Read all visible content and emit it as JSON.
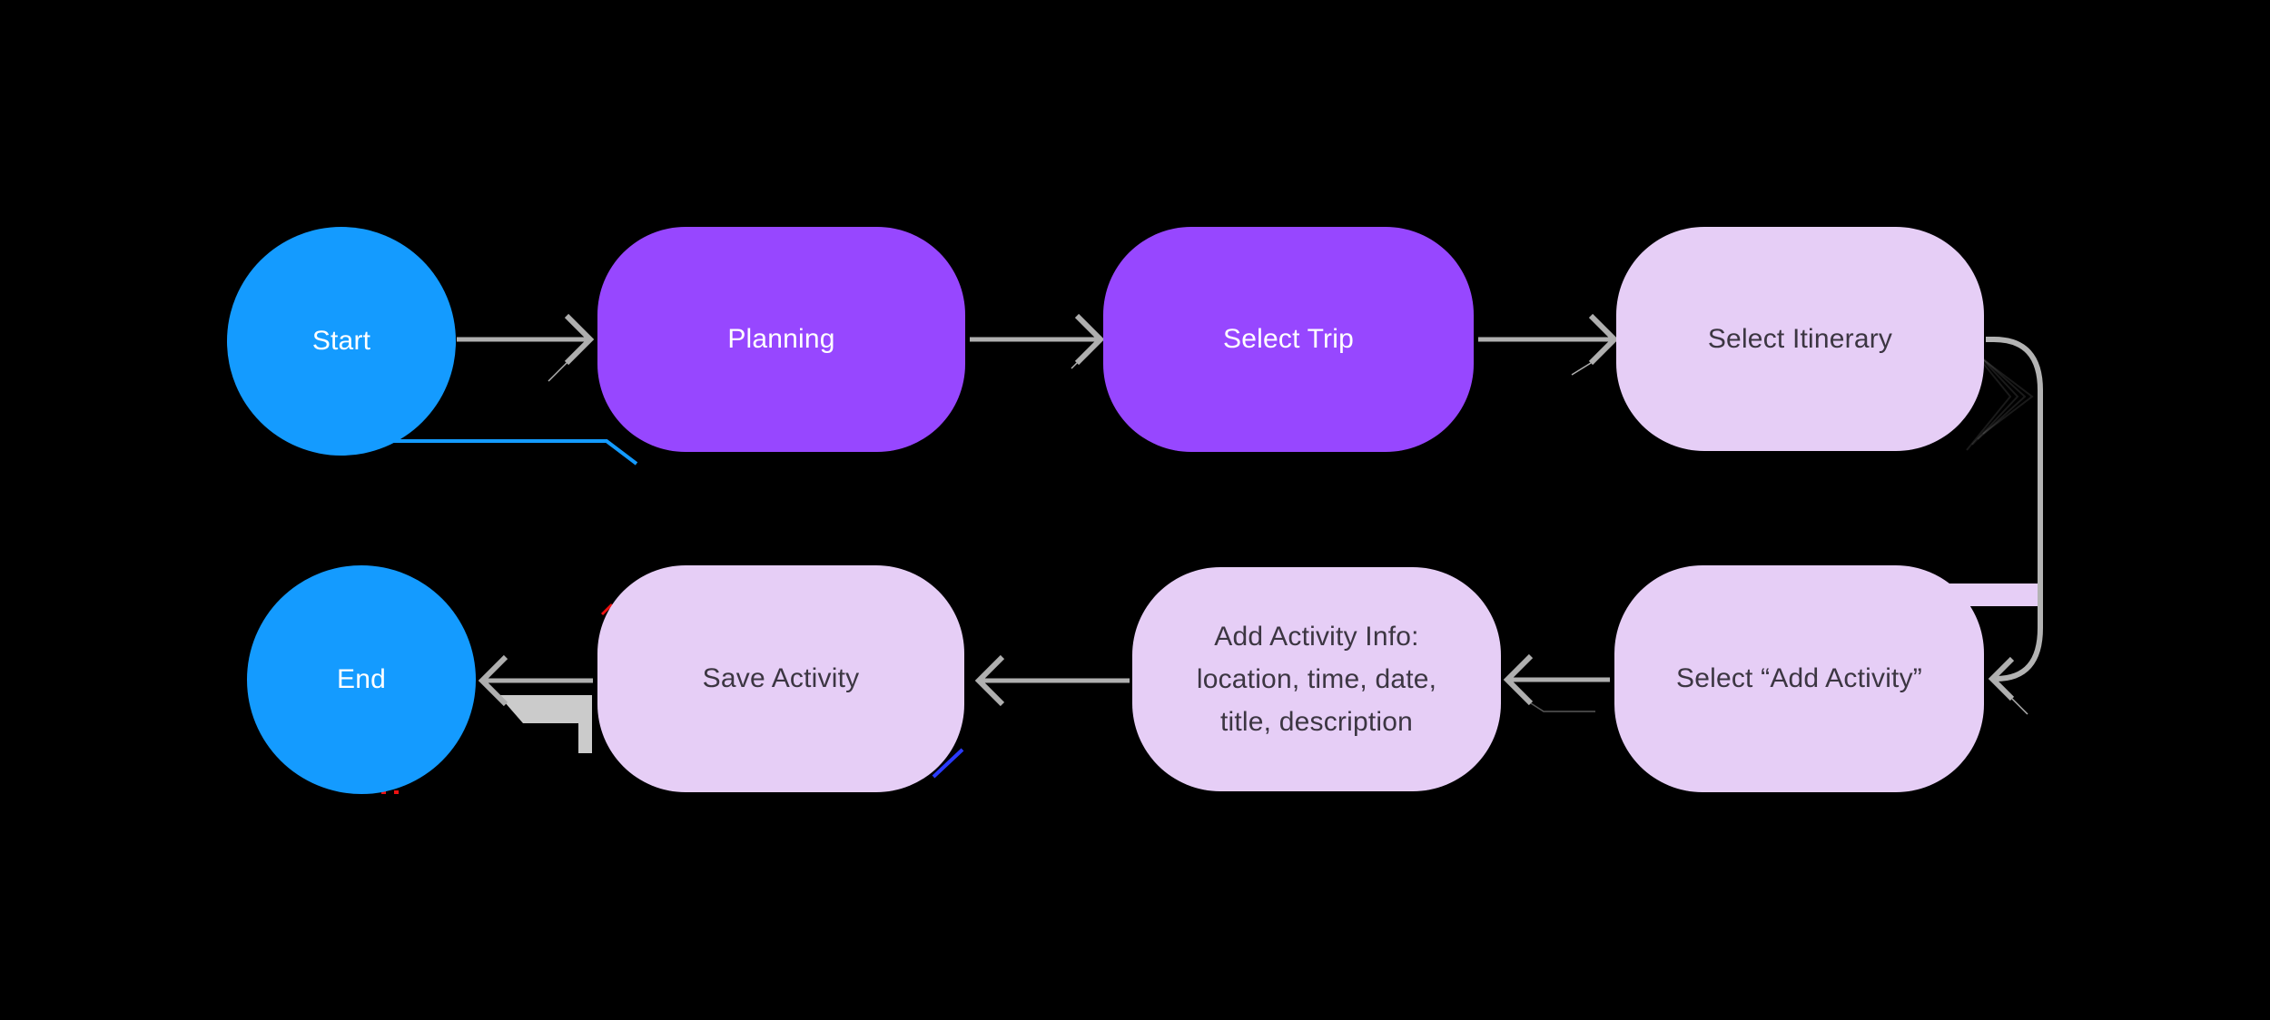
{
  "diagram": {
    "background_color": "#000000",
    "nodes": {
      "start": {
        "label": "Start",
        "shape": "circle",
        "fill": "#149BFF",
        "text_color": "#FFFFFF"
      },
      "planning": {
        "label": "Planning",
        "shape": "rounded-rect",
        "fill": "#9747FF",
        "text_color": "#FFFFFF"
      },
      "select_trip": {
        "label": "Select Trip",
        "shape": "rounded-rect",
        "fill": "#9747FF",
        "text_color": "#FFFFFF"
      },
      "select_itinerary": {
        "label": "Select Itinerary",
        "shape": "rounded-rect",
        "fill": "#E6CEF6",
        "text_color": "#3C3642"
      },
      "select_add_activity": {
        "label": "Select “Add Activity”",
        "shape": "rounded-rect",
        "fill": "#E6CEF6",
        "text_color": "#3C3642"
      },
      "add_activity_info": {
        "label": "Add Activity Info: location, time, date, title, description",
        "lines": [
          "Add Activity Info:",
          "location, time, date,",
          "title, description"
        ],
        "shape": "rounded-rect",
        "fill": "#E6CEF6",
        "text_color": "#3C3642"
      },
      "save_activity": {
        "label": "Save Activity",
        "shape": "rounded-rect",
        "fill": "#E6CEF6",
        "text_color": "#3C3642"
      },
      "end": {
        "label": "End",
        "shape": "circle",
        "fill": "#149BFF",
        "text_color": "#FFFFFF"
      }
    },
    "connections": [
      {
        "from": "start",
        "to": "planning",
        "direction": "right",
        "color": "#AFAFAF"
      },
      {
        "from": "planning",
        "to": "select_trip",
        "direction": "right",
        "color": "#AFAFAF"
      },
      {
        "from": "select_trip",
        "to": "select_itinerary",
        "direction": "right",
        "color": "#AFAFAF"
      },
      {
        "from": "select_itinerary",
        "to": "select_add_activity",
        "direction": "right-down-left",
        "color": "#AFAFAF"
      },
      {
        "from": "select_add_activity",
        "to": "add_activity_info",
        "direction": "left",
        "color": "#AFAFAF"
      },
      {
        "from": "add_activity_info",
        "to": "save_activity",
        "direction": "left",
        "color": "#AFAFAF"
      },
      {
        "from": "save_activity",
        "to": "end",
        "direction": "left",
        "color": "#AFAFAF"
      }
    ],
    "artifact_colors": {
      "stray_blue_line": "#149BFF",
      "stray_deep_blue": "#2B3BFF",
      "stray_red": "#EE1111",
      "echo_gray_band": "#CBCBCB"
    }
  }
}
